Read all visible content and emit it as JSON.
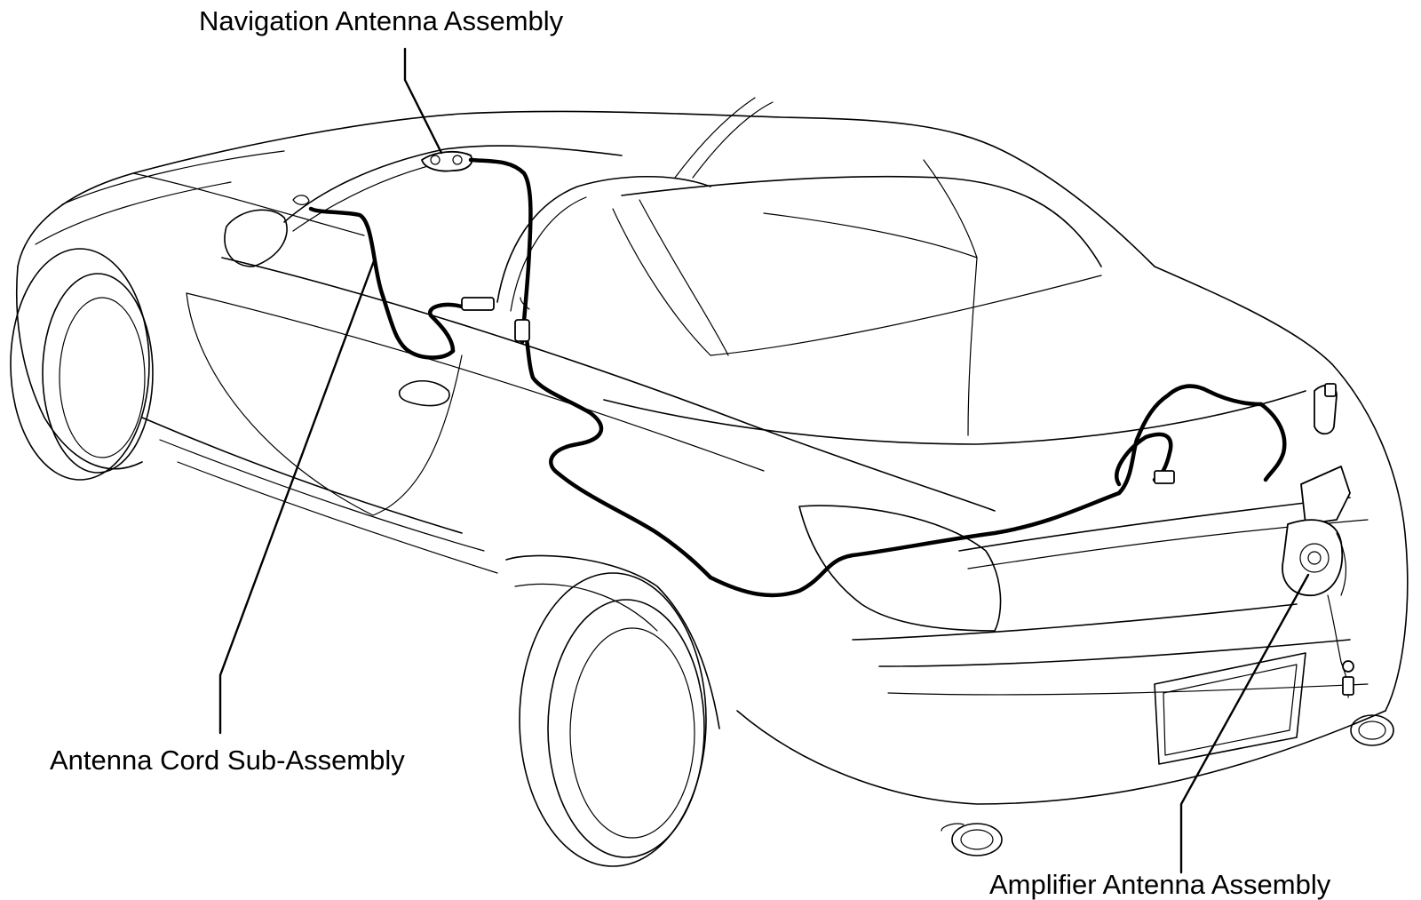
{
  "labels": {
    "navigation_antenna": "Navigation Antenna Assembly",
    "antenna_cord": "Antenna Cord Sub-Assembly",
    "amplifier_antenna": "Amplifier Antenna Assembly"
  },
  "colors": {
    "line": "#000000",
    "background": "#ffffff"
  }
}
